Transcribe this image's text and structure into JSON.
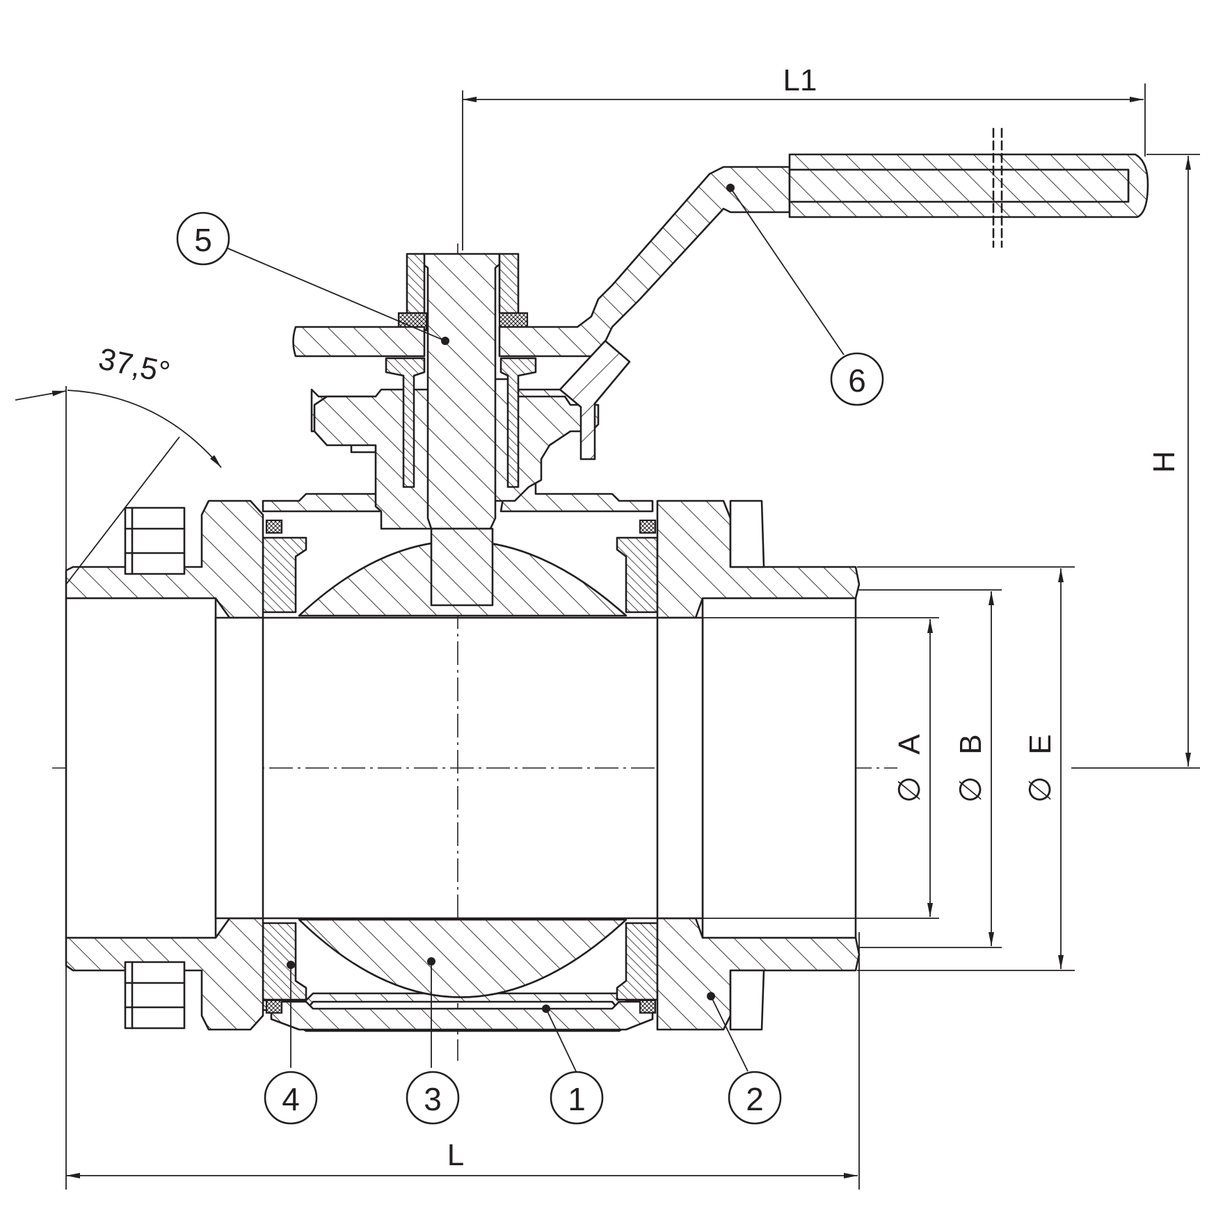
{
  "dimensions": {
    "L": "L",
    "L1": "L1",
    "H": "H",
    "A": "A",
    "B": "B",
    "E": "E",
    "angle": "37,5°"
  },
  "balloons": [
    {
      "num": "1"
    },
    {
      "num": "2"
    },
    {
      "num": "3"
    },
    {
      "num": "4"
    },
    {
      "num": "5"
    },
    {
      "num": "6"
    }
  ],
  "diameter_symbol": "∅"
}
